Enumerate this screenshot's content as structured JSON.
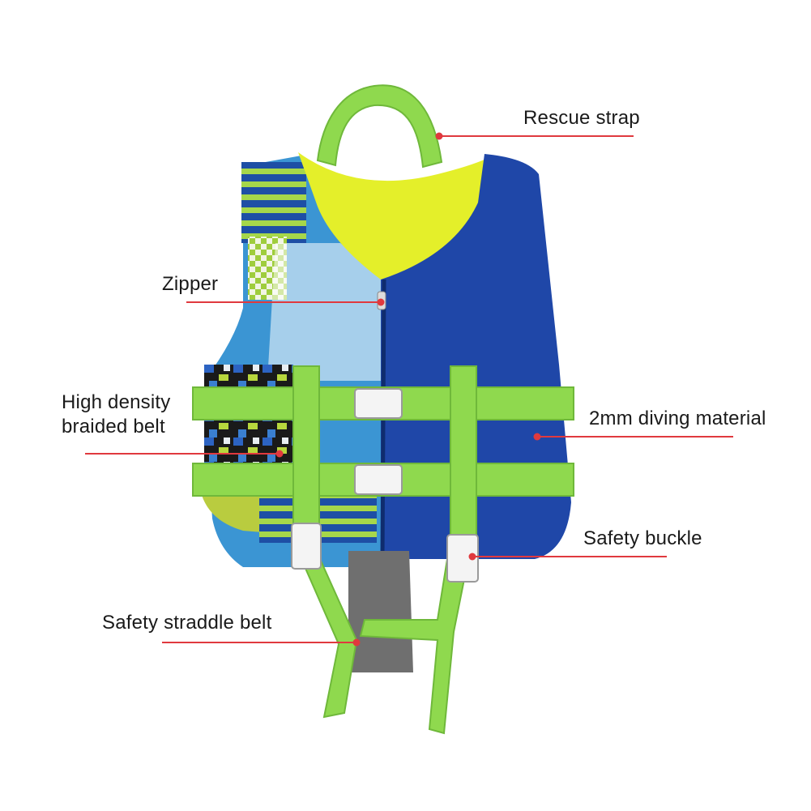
{
  "annotations": {
    "rescue_strap": "Rescue strap",
    "zipper": "Zipper",
    "belt_line1": "High density",
    "belt_line2": "braided belt",
    "diving_material": "2mm diving material",
    "safety_buckle": "Safety buckle",
    "straddle_belt": "Safety straddle belt"
  },
  "colors": {
    "leader_line": "#e0393e",
    "vest_blue": "#1f47a8",
    "vest_lining": "#e4ef2a",
    "strap_green": "#8fd94e",
    "buckle_white": "#f4f4f4",
    "crotch_gray": "#6f6f6f"
  }
}
